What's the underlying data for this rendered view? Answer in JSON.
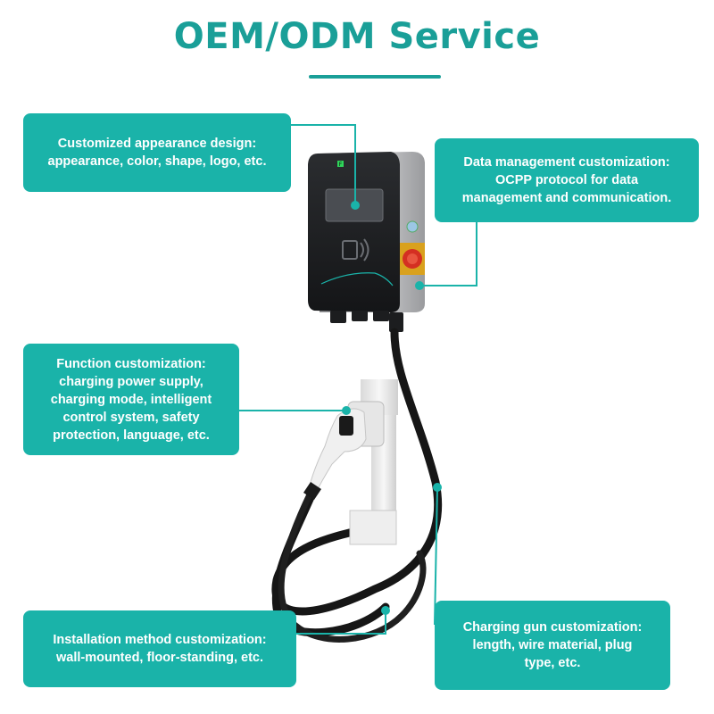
{
  "title": "OEM/ODM Service",
  "colors": {
    "accent": "#1ab3a9",
    "title": "#1a9f98",
    "connector": "#1ab3a9"
  },
  "callouts": {
    "appearance": {
      "lines": [
        "Customized appearance design:",
        "appearance, color, shape, logo, etc."
      ]
    },
    "data_management": {
      "lines": [
        "Data management customization:",
        "OCPP protocol for data",
        "management and communication."
      ]
    },
    "function": {
      "lines": [
        "Function customization:",
        "charging power supply,",
        "charging mode, intelligent",
        "control system, safety",
        "protection, language, etc."
      ]
    },
    "installation": {
      "lines": [
        "Installation method customization:",
        "wall-mounted, floor-standing, etc."
      ]
    },
    "charging_gun": {
      "lines": [
        "Charging gun customization:",
        "length, wire material, plug",
        "type, etc."
      ]
    }
  },
  "device": {
    "screen_indicator": "F"
  },
  "icons": [
    "rfid-card-icon",
    "car-outline-icon",
    "emergency-stop-icon",
    "status-led-icon"
  ]
}
